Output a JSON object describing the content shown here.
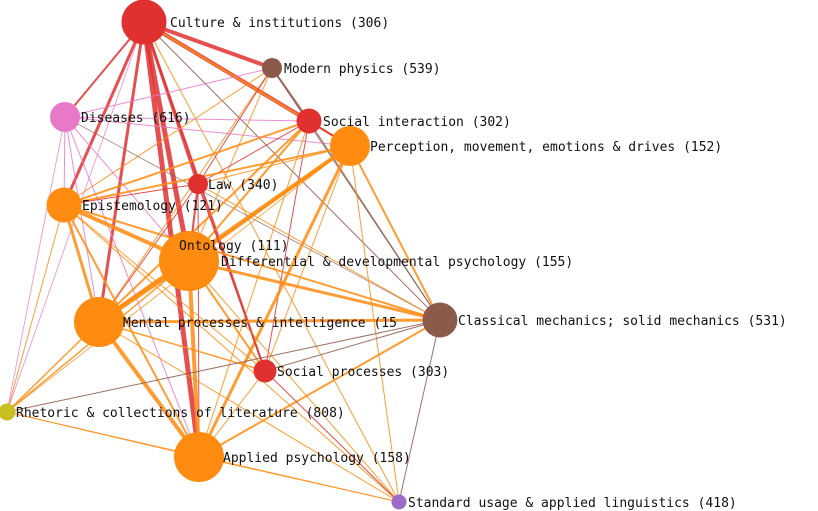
{
  "nodes": [
    {
      "id": "culture",
      "label": "Culture & institutions (306)",
      "color": "#e03030",
      "size": 4.5
    },
    {
      "id": "modern_physics",
      "label": "Modern physics (539)",
      "color": "#8b5a4a",
      "size": 2
    },
    {
      "id": "diseases",
      "label": "Diseases (616)",
      "color": "#e879c8",
      "size": 3
    },
    {
      "id": "social_interaction",
      "label": "Social interaction (302)",
      "color": "#e03030",
      "size": 2.5
    },
    {
      "id": "perception",
      "label": "Perception, movement, emotions & drives (152)",
      "color": "#ff8c10",
      "size": 4
    },
    {
      "id": "law",
      "label": "Law (340)",
      "color": "#e03030",
      "size": 2
    },
    {
      "id": "epistemology",
      "label": "Epistemology (121)",
      "color": "#ff8c10",
      "size": 3.5
    },
    {
      "id": "ontology",
      "label": "Ontology (111)",
      "color": "#ff8c10",
      "size": 6
    },
    {
      "id": "differential",
      "label": "Differential & developmental psychology (155)",
      "color": "#ff8c10",
      "size": 0
    },
    {
      "id": "mental",
      "label": "Mental processes & intelligence (15",
      "color": "#ff8c10",
      "size": 5
    },
    {
      "id": "classical",
      "label": "Classical mechanics; solid mechanics (531)",
      "color": "#8b5a4a",
      "size": 3.5
    },
    {
      "id": "social_processes",
      "label": "Social processes (303)",
      "color": "#e03030",
      "size": 2.3
    },
    {
      "id": "rhetoric",
      "label": "Rhetoric & collections of literature (808)",
      "color": "#c8c020",
      "size": 1.7
    },
    {
      "id": "applied",
      "label": "Applied psychology (158)",
      "color": "#ff8c10",
      "size": 5
    },
    {
      "id": "standard",
      "label": "Standard usage & applied linguistics (418)",
      "color": "#9b6bc8",
      "size": 1.5
    }
  ],
  "edges": [
    [
      "culture",
      "modern_physics",
      4,
      "#e03030"
    ],
    [
      "culture",
      "social_interaction",
      4,
      "#e03030"
    ],
    [
      "culture",
      "diseases",
      2,
      "#e03030"
    ],
    [
      "culture",
      "epistemology",
      3,
      "#e03030"
    ],
    [
      "culture",
      "ontology",
      5,
      "#e03030"
    ],
    [
      "culture",
      "law",
      3,
      "#e03030"
    ],
    [
      "culture",
      "mental",
      3,
      "#e03030"
    ],
    [
      "culture",
      "applied",
      5,
      "#e03030"
    ],
    [
      "culture",
      "perception",
      2,
      "#ff8c10"
    ],
    [
      "culture",
      "social_processes",
      2,
      "#e03030"
    ],
    [
      "culture",
      "classical",
      1,
      "#8b5a4a"
    ],
    [
      "culture",
      "rhetoric",
      0.8,
      "#e879c8"
    ],
    [
      "culture",
      "standard",
      1,
      "#ff8c10"
    ],
    [
      "modern_physics",
      "social_interaction",
      2,
      "#8b5a4a"
    ],
    [
      "modern_physics",
      "ontology",
      1,
      "#ff8c10"
    ],
    [
      "modern_physics",
      "mental",
      1,
      "#ff8c10"
    ],
    [
      "modern_physics",
      "classical",
      1,
      "#8b5a4a"
    ],
    [
      "modern_physics",
      "epistemology",
      1,
      "#ff8c10"
    ],
    [
      "modern_physics",
      "diseases",
      1,
      "#e879c8"
    ],
    [
      "modern_physics",
      "law",
      1,
      "#e03030"
    ],
    [
      "diseases",
      "social_interaction",
      1,
      "#e879c8"
    ],
    [
      "diseases",
      "ontology",
      1,
      "#e879c8"
    ],
    [
      "diseases",
      "epistemology",
      1,
      "#e879c8"
    ],
    [
      "diseases",
      "mental",
      1,
      "#e879c8"
    ],
    [
      "diseases",
      "applied",
      1,
      "#e879c8"
    ],
    [
      "diseases",
      "rhetoric",
      0.8,
      "#e879c8"
    ],
    [
      "diseases",
      "perception",
      1,
      "#e879c8"
    ],
    [
      "diseases",
      "classical",
      0.7,
      "#8b5a4a"
    ],
    [
      "social_interaction",
      "perception",
      2,
      "#e03030"
    ],
    [
      "social_interaction",
      "ontology",
      2,
      "#ff8c10"
    ],
    [
      "social_interaction",
      "law",
      1,
      "#e03030"
    ],
    [
      "social_interaction",
      "mental",
      2,
      "#ff8c10"
    ],
    [
      "social_interaction",
      "epistemology",
      2,
      "#ff8c10"
    ],
    [
      "social_interaction",
      "applied",
      1,
      "#ff8c10"
    ],
    [
      "social_interaction",
      "social_processes",
      1,
      "#e03030"
    ],
    [
      "social_interaction",
      "classical",
      1,
      "#8b5a4a"
    ],
    [
      "perception",
      "ontology",
      3,
      "#ff8c10"
    ],
    [
      "perception",
      "mental",
      4,
      "#ff8c10"
    ],
    [
      "perception",
      "epistemology",
      2,
      "#ff8c10"
    ],
    [
      "perception",
      "applied",
      3,
      "#ff8c10"
    ],
    [
      "perception",
      "law",
      1,
      "#ff8c10"
    ],
    [
      "perception",
      "classical",
      2,
      "#ff8c10"
    ],
    [
      "perception",
      "standard",
      1,
      "#ff8c10"
    ],
    [
      "perception",
      "social_processes",
      1,
      "#ff8c10"
    ],
    [
      "perception",
      "rhetoric",
      0.8,
      "#ff8c10"
    ],
    [
      "law",
      "ontology",
      2,
      "#e03030"
    ],
    [
      "law",
      "epistemology",
      1,
      "#e03030"
    ],
    [
      "law",
      "mental",
      1,
      "#e03030"
    ],
    [
      "law",
      "social_processes",
      1.5,
      "#e03030"
    ],
    [
      "law",
      "applied",
      1,
      "#e03030"
    ],
    [
      "law",
      "classical",
      1,
      "#ff8c10"
    ],
    [
      "epistemology",
      "ontology",
      4,
      "#ff8c10"
    ],
    [
      "epistemology",
      "mental",
      3,
      "#ff8c10"
    ],
    [
      "epistemology",
      "applied",
      2,
      "#ff8c10"
    ],
    [
      "epistemology",
      "classical",
      2,
      "#ff8c10"
    ],
    [
      "epistemology",
      "social_processes",
      1,
      "#ff8c10"
    ],
    [
      "epistemology",
      "rhetoric",
      1,
      "#ff8c10"
    ],
    [
      "epistemology",
      "standard",
      1,
      "#ff8c10"
    ],
    [
      "ontology",
      "mental",
      5,
      "#ff8c10"
    ],
    [
      "ontology",
      "applied",
      4,
      "#ff8c10"
    ],
    [
      "ontology",
      "classical",
      3,
      "#ff8c10"
    ],
    [
      "ontology",
      "social_processes",
      2,
      "#ff8c10"
    ],
    [
      "ontology",
      "standard",
      1,
      "#ff8c10"
    ],
    [
      "ontology",
      "rhetoric",
      1.5,
      "#ff8c10"
    ],
    [
      "mental",
      "applied",
      4,
      "#ff8c10"
    ],
    [
      "mental",
      "classical",
      3,
      "#ff8c10"
    ],
    [
      "mental",
      "social_processes",
      1.5,
      "#ff8c10"
    ],
    [
      "mental",
      "rhetoric",
      1.5,
      "#ff8c10"
    ],
    [
      "mental",
      "standard",
      1,
      "#ff8c10"
    ],
    [
      "applied",
      "classical",
      2,
      "#ff8c10"
    ],
    [
      "applied",
      "standard",
      1,
      "#ff8c10"
    ],
    [
      "applied",
      "social_processes",
      1,
      "#ff8c10"
    ],
    [
      "applied",
      "rhetoric",
      1,
      "#ff8c10"
    ],
    [
      "classical",
      "standard",
      1,
      "#8b5a4a"
    ],
    [
      "classical",
      "rhetoric",
      1,
      "#8b5a4a"
    ],
    [
      "classical",
      "social_processes",
      1,
      "#8b5a4a"
    ],
    [
      "social_processes",
      "standard",
      1,
      "#e03030"
    ],
    [
      "rhetoric",
      "standard",
      0.8,
      "#ff8c10"
    ]
  ]
}
